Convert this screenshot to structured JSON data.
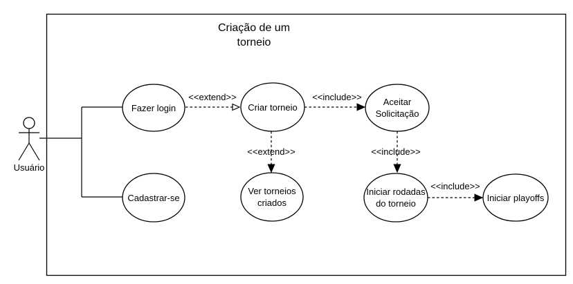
{
  "diagram": {
    "type": "uml-use-case",
    "title_lines": [
      "Criação de um",
      "torneio"
    ],
    "actor": {
      "label": "Usuário"
    },
    "use_cases": [
      {
        "id": "fazer-login",
        "lines": [
          "Fazer login"
        ]
      },
      {
        "id": "cadastrar-se",
        "lines": [
          "Cadastrar-se"
        ]
      },
      {
        "id": "criar-torneio",
        "lines": [
          "Criar torneio"
        ]
      },
      {
        "id": "ver-torneios-criados",
        "lines": [
          "Ver torneios",
          "criados"
        ]
      },
      {
        "id": "aceitar-solicitacao",
        "lines": [
          "Aceitar",
          "Solicitação"
        ]
      },
      {
        "id": "iniciar-rodadas",
        "lines": [
          "Iniciar rodadas",
          "do torneio"
        ]
      },
      {
        "id": "iniciar-playoffs",
        "lines": [
          "Iniciar playoffs"
        ]
      }
    ],
    "relations": [
      {
        "label": "<<extend>>",
        "from": "fazer-login",
        "to": "criar-torneio",
        "arrowhead": "open",
        "style": "dashed"
      },
      {
        "label": "<<include>>",
        "from": "criar-torneio",
        "to": "aceitar-solicitacao",
        "arrowhead": "filled",
        "style": "dashed"
      },
      {
        "label": "<<extend>>",
        "from": "criar-torneio",
        "to": "ver-torneios-criados",
        "arrowhead": "filled",
        "style": "dashed"
      },
      {
        "label": "<<include>>",
        "from": "aceitar-solicitacao",
        "to": "iniciar-rodadas",
        "arrowhead": "filled",
        "style": "dashed"
      },
      {
        "label": "<<include>>",
        "from": "iniciar-rodadas",
        "to": "iniciar-playoffs",
        "arrowhead": "filled",
        "style": "dashed"
      }
    ],
    "associations": [
      {
        "from": "usuario",
        "to": "fazer-login"
      },
      {
        "from": "usuario",
        "to": "cadastrar-se"
      }
    ],
    "colors": {
      "stroke": "#000000",
      "background": "#ffffff"
    }
  }
}
